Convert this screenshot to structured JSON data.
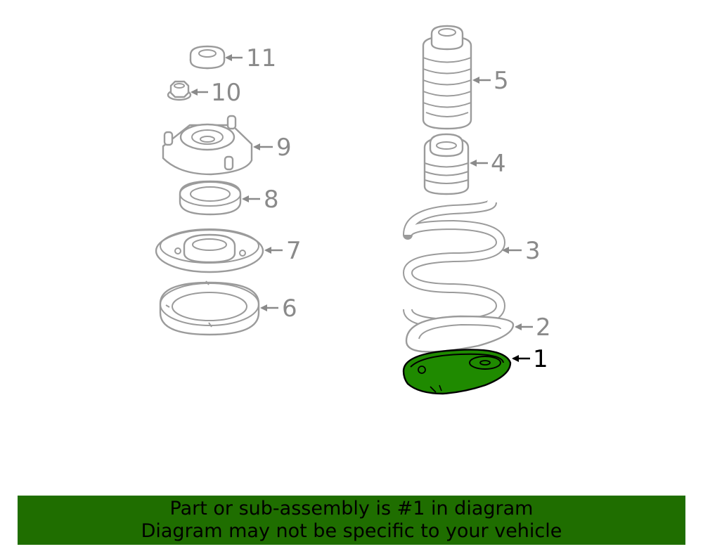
{
  "callouts": {
    "p1": "1",
    "p2": "2",
    "p3": "3",
    "p4": "4",
    "p5": "5",
    "p6": "6",
    "p7": "7",
    "p8": "8",
    "p9": "9",
    "p10": "10",
    "p11": "11"
  },
  "banner": {
    "line1": "Part or sub-assembly is #1 in diagram",
    "line2": "Diagram may not be specific to your vehicle"
  },
  "colors": {
    "highlight_part": "#1f8a00",
    "banner_bg": "#1f6e00",
    "line_gray": "#9b9b9b"
  }
}
